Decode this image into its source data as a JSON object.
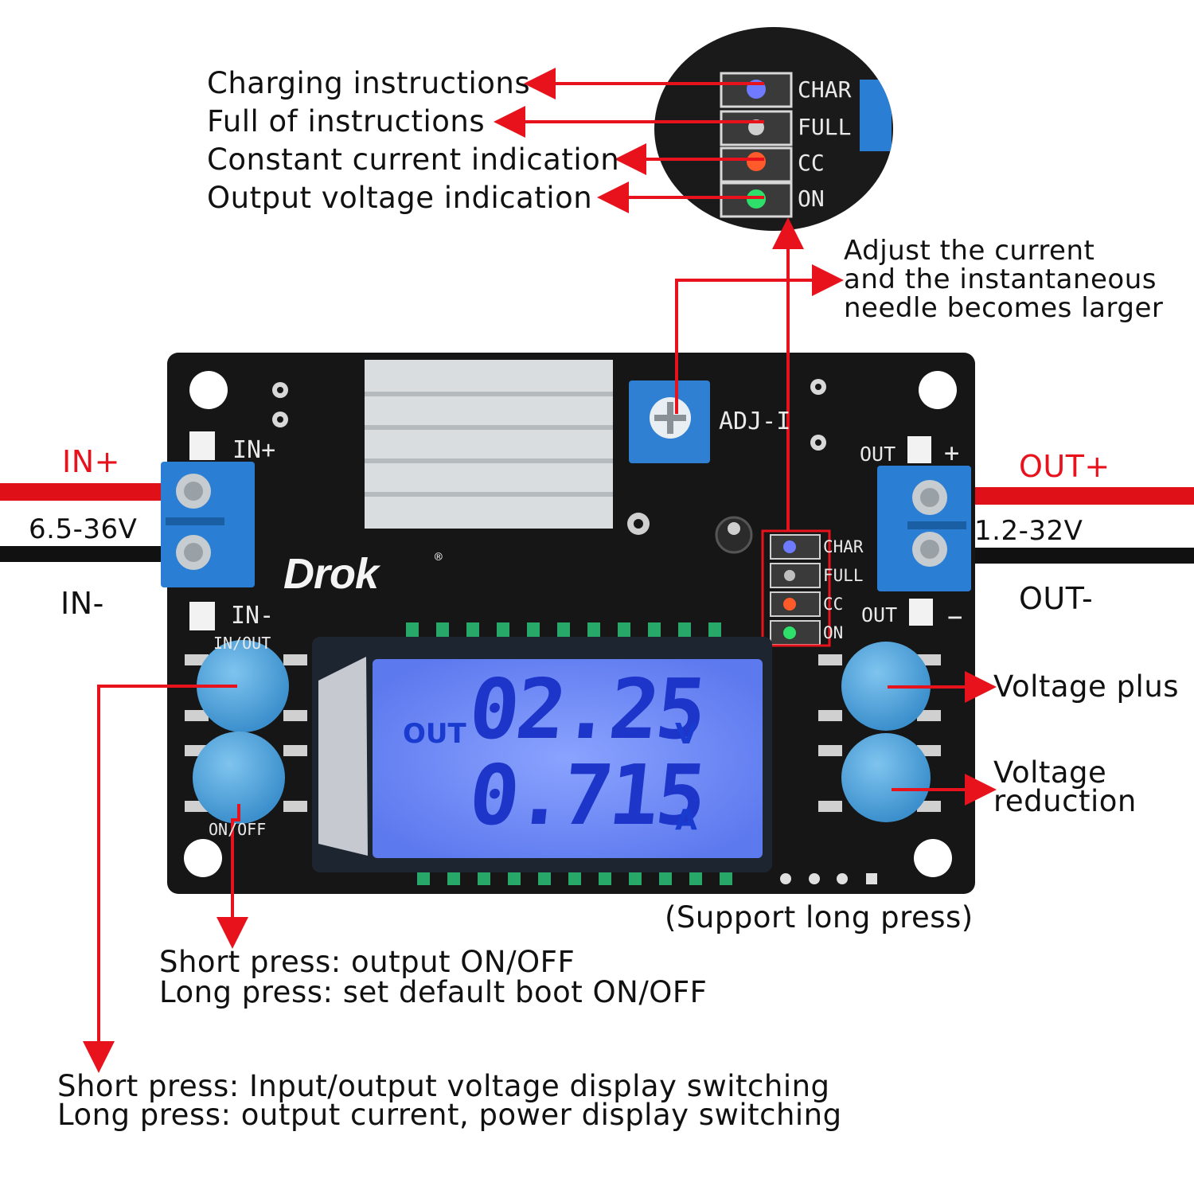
{
  "indicator_labels": {
    "charging": "Charging instructions",
    "full": "Full of instructions",
    "constant_current": "Constant current indication",
    "output_voltage": "Output voltage indication"
  },
  "led_tags": [
    "CHAR",
    "FULL",
    "CC",
    "ON"
  ],
  "adjust_note": [
    "Adjust the current",
    "and the instantaneous",
    "needle becomes larger"
  ],
  "input": {
    "plus": "IN+",
    "minus": "IN-",
    "range": "6.5-36V"
  },
  "output": {
    "plus": "OUT+",
    "minus": "OUT-",
    "range": "1.2-32V"
  },
  "board": {
    "brand": "Drok",
    "registered": "®",
    "pot_label": "ADJ-I",
    "in_plus": "IN+",
    "in_minus": "IN-",
    "out_label_top": "OUT",
    "out_plus_sign": "+",
    "out_label_bottom": "OUT",
    "out_minus_sign": "−",
    "btn_left_top": "IN/OUT",
    "btn_left_bottom": "ON/OFF"
  },
  "lcd": {
    "mode": "OUT",
    "voltage": "02.25",
    "voltage_unit": "V",
    "current": "0.715",
    "current_unit": "A"
  },
  "buttons": {
    "voltage_plus": "Voltage plus",
    "voltage_reduction": [
      "Voltage",
      "reduction"
    ],
    "long_press_note": "(Support long press)",
    "on_off_note": [
      "Short press: output ON/OFF",
      "Long press: set default boot ON/OFF"
    ],
    "in_out_note": [
      "Short press: Input/output voltage display switching",
      "Long press: output current, power display switching"
    ]
  },
  "colors": {
    "arrow": "#e8121c",
    "pcb": "#141414",
    "terminal": "#2a7fd4",
    "button": "#4da3dc",
    "lcd": "#6f8cf5"
  }
}
